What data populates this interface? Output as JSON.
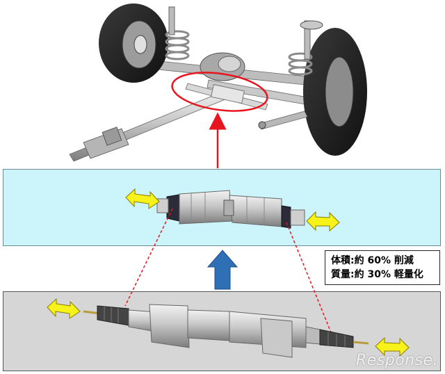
{
  "spec": {
    "volume": "体積:約 60% 削減",
    "weight": "質量:約 30% 軽量化"
  },
  "watermark": "Response.",
  "colors": {
    "highlight": "#e8141e",
    "arrow_up": "#2f6fb5",
    "arrow_double": "#f7f21a",
    "panel_top": "#ccf4fb",
    "panel_bottom": "#d6d6d6"
  }
}
